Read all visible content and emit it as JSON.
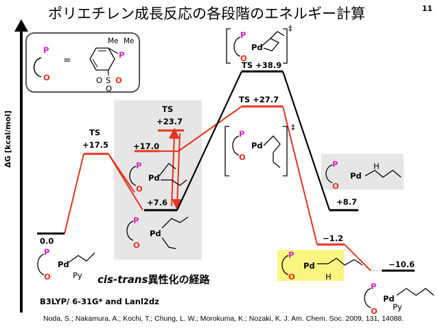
{
  "page": {
    "title": "ポリエチレン成長反応の各段階のエネルギー計算",
    "page_number": "11",
    "y_axis_label": "ΔG [kcal/mol]",
    "method": "B3LYP/ 6-31G* and Lanl2dz",
    "route_label_italic": "cis-trans",
    "route_label_rest": "異性化の経路",
    "reference": "Noda, S.; Nakamura, A.; Kochi, T.; Chung, L. W.; Morokuma, K.; Nozaki, K. J. Am. Chem. Soc. 2009, 131, 14088."
  },
  "legend": {
    "equals": "=",
    "atom_P": "P",
    "atom_O": "O",
    "me1": "Me",
    "me2": "Me",
    "so3_O1": "O",
    "so3_S": "S",
    "so3_O2": "O",
    "so3_O3": "O"
  },
  "levels": {
    "l0": "0.0",
    "ts1": "TS",
    "ts1_val": "+17.5",
    "ts2": "TS",
    "ts2_val": "+23.7",
    "l17": "+17.0",
    "l76": "+7.6",
    "ts3": "TS +38.9",
    "ts4": "TS +27.7",
    "l87": "+8.7",
    "lm12": "−1.2",
    "lm106": "−10.6"
  },
  "atoms": {
    "P": "P",
    "O": "O",
    "Pd": "Pd",
    "Py": "Py",
    "H": "H",
    "dagger": "‡"
  },
  "colors": {
    "red": "#e8321e",
    "magenta": "#e020c0",
    "gray_box": "#e6e6e6",
    "yellow_box": "#f8f580"
  },
  "chart_data": {
    "type": "energy_diagram",
    "ylabel": "ΔG [kcal/mol]",
    "series": [
      {
        "name": "red path",
        "values": [
          0.0,
          17.5,
          7.6,
          23.7,
          17.0,
          27.7,
          -1.2,
          -10.6
        ]
      },
      {
        "name": "black path",
        "values": [
          7.6,
          38.9,
          8.7
        ]
      }
    ]
  }
}
